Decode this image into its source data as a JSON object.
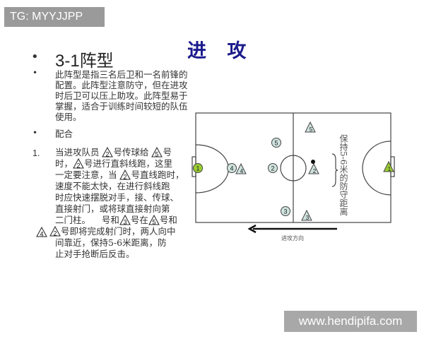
{
  "watermark_top": "TG: MYYJJPP",
  "watermark_bottom": "www.hendipifa.com",
  "title": "进 攻",
  "heading": "3-1阵型",
  "para1": "此阵型是指三名后卫和一名前锋的配置。此阵型注意防守，但在进攻时后卫可以压上助攻。此阵型易于掌握，适合于训练时间较短的队伍使用。",
  "para2": "配合",
  "item_number": "1.",
  "item_lines": [
    [
      "当进攻队员 ",
      {
        "t": "2"
      },
      "号传球给 ",
      {
        "t": "5"
      },
      "号"
    ],
    [
      "时，",
      {
        "t": "2"
      },
      "号进行直斜线跑，这里"
    ],
    [
      "一定要注意，当 ",
      {
        "t": "2"
      },
      "号直线跑时，"
    ],
    [
      "速度不能太快，在进行斜线跑"
    ],
    [
      "时应快速摆脱对手，接、传球、"
    ],
    [
      "直接射门，或将球直接射向第"
    ],
    [
      "二门柱。    号和",
      {
        "t": "3"
      },
      "号在",
      {
        "t": "5"
      },
      "号和"
    ],
    [
      {
        "t": "2"
      },
      "号即将完成射门时，两人向中"
    ],
    [
      "间靠近，保持5-6米距离，防"
    ],
    [
      "止对手抢断后反击。"
    ]
  ],
  "overlay_triangle": "4",
  "diagram": {
    "attackers": [
      "1",
      "4",
      "2",
      "5",
      "3"
    ],
    "defenders": [
      "5",
      "4",
      "2",
      "3",
      "1"
    ],
    "distance_note": "保持5-6米的防守距离",
    "direction_label": "进攻方向",
    "goalkeeper_color": "#9acd32",
    "player_color": "#cfe3df"
  }
}
